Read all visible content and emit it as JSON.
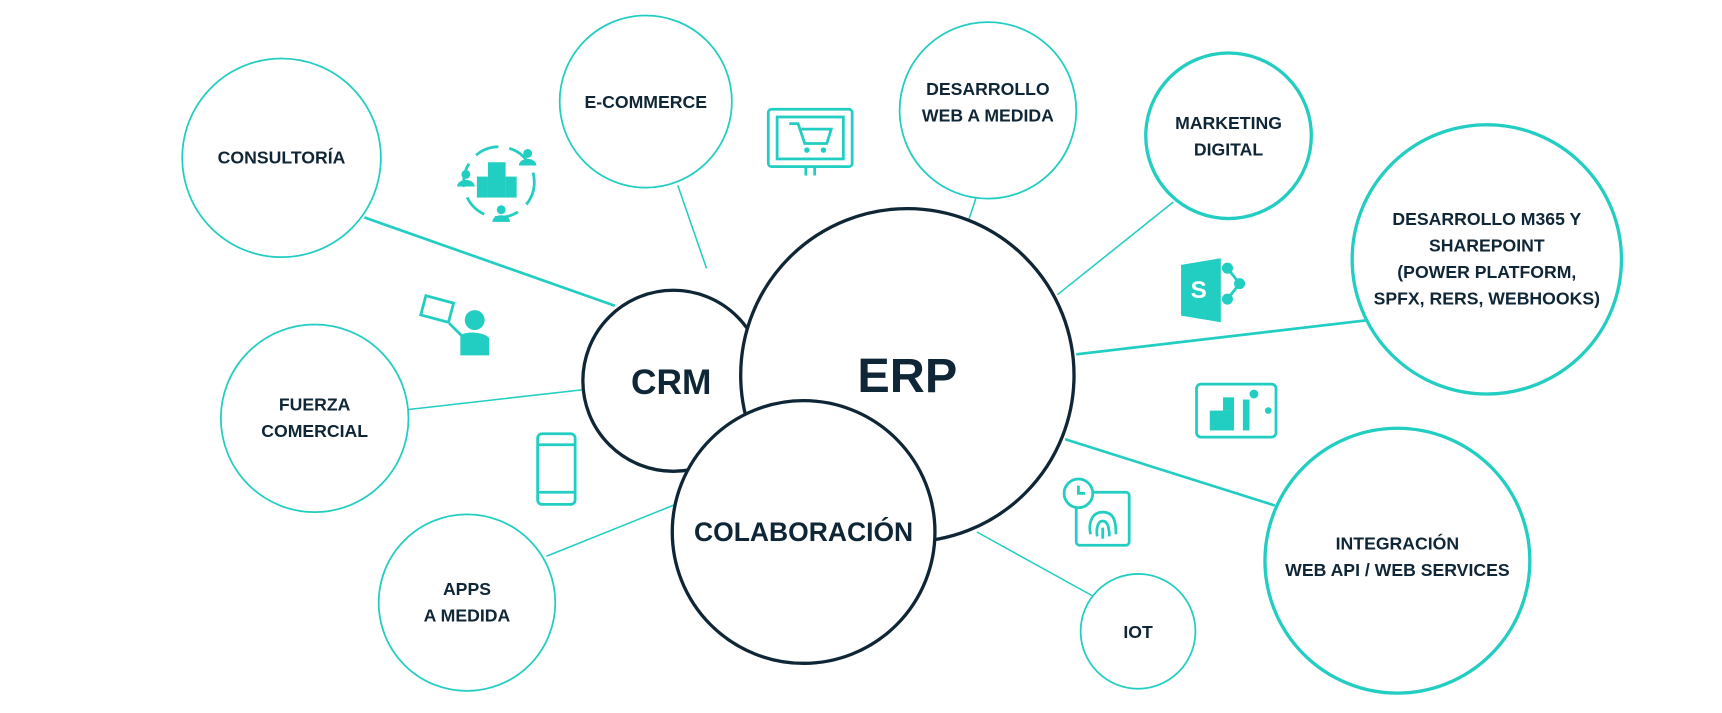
{
  "core": {
    "crm": "CRM",
    "erp": "ERP",
    "colaboracion": "COLABORACIÓN"
  },
  "nodes": {
    "consultoria": [
      "CONSULTORÍA"
    ],
    "ecommerce": [
      "E-COMMERCE"
    ],
    "web": [
      "DESARROLLO",
      "WEB A MEDIDA"
    ],
    "marketing": [
      "MARKETING",
      "DIGITAL"
    ],
    "m365": [
      "DESARROLLO M365 Y",
      "SHAREPOINT",
      "(POWER PLATFORM,",
      "SPFX, RERS, WEBHOOKS)"
    ],
    "integracion": [
      "INTEGRACIÓN",
      "WEB API / WEB SERVICES"
    ],
    "iot": [
      "IOT"
    ],
    "apps": [
      "APPS",
      "A MEDIDA"
    ],
    "fuerza": [
      "FUERZA",
      "COMERCIAL"
    ]
  },
  "icons": {
    "sharepoint_letter": "S"
  },
  "colors": {
    "accent": "#22cdc2",
    "dark": "#0f2636"
  }
}
